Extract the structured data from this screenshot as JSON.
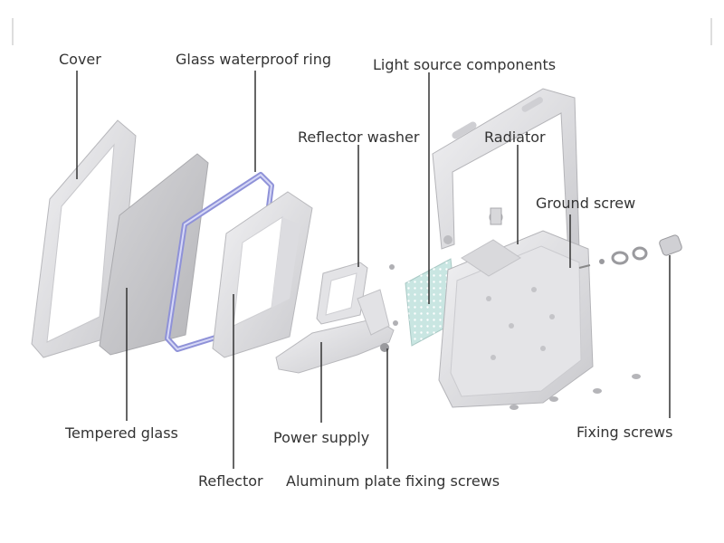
{
  "labels": {
    "cover": "Cover",
    "glass_ring": "Glass waterproof ring",
    "light_source": "Light source components",
    "reflector_washer": "Reflector washer",
    "radiator": "Radiator",
    "ground_screw": "Ground screw",
    "tempered_glass": "Tempered glass",
    "power_supply": "Power supply",
    "fixing_screws": "Fixing screws",
    "reflector": "Reflector",
    "aluminum_screws": "Aluminum plate fixing screws"
  },
  "colors": {
    "background": "#ffffff",
    "part_fill": "#e9e9eb",
    "part_edge": "#c4c4c8",
    "ring": "#8f92d8",
    "led_board": "#c9e6e2",
    "leader_line": "#333333"
  }
}
